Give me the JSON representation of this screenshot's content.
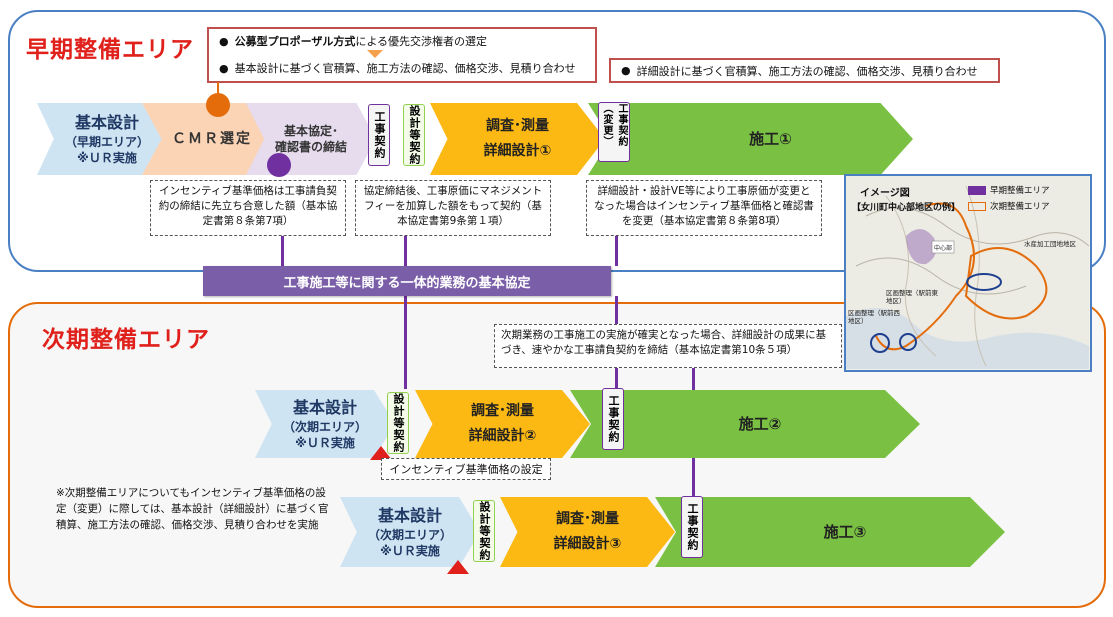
{
  "colors": {
    "early_border": "#4a80c3",
    "next_border": "#e46c0a",
    "title_red": "#e0201b",
    "design_blue": "#cfe4f2",
    "cmr_peach": "#fbd3b5",
    "agreement_lilac": "#e6dcee",
    "survey_orange": "#fdb913",
    "construction_green": "#7ac143",
    "purple": "#7030a0"
  },
  "early_zone": {
    "title": "早期整備エリア"
  },
  "next_zone": {
    "title": "次期整備エリア"
  },
  "red_box_top": {
    "line1_bold": "公募型プロポーザル方式",
    "line1_rest": "による優先交渉権者の選定",
    "line2": "基本設計に基づく官積算、施工方法の確認、価格交渉、見積り合わせ"
  },
  "red_box_right": {
    "text": "詳細設計に基づく官積算、施工方法の確認、価格交渉、見積り合わせ"
  },
  "row1": {
    "design_title": "基本設計",
    "design_sub": "（早期エリア）",
    "design_ur": "※ＵＲ実施",
    "cmr": "ＣＭＲ選定",
    "agreement_line1": "基本協定･",
    "agreement_line2": "確認書の締結",
    "contract_a": "工事契約",
    "contract_b": "設計等契約",
    "survey_line1": "調査･測量",
    "survey_line2": "詳細設計①",
    "change_contract": "工事契約（変更）",
    "construction": "施工①"
  },
  "notes": {
    "incentive": "インセンティブ基準価格は工事請負契約の締結に先立ち合意した額（基本協定書第８条第7項）",
    "management_fee": "協定締結後、工事原価にマネジメントフィーを加算した額をもって契約（基本協定書第9条第１項）",
    "ve_change": "詳細設計・設計VE等により工事原価が変更となった場合はインセンティブ基準価格と確認書を変更（基本協定書第８条第8項）",
    "next_business": "次期業務の工事施工の実施が確実となった場合、詳細設計の成果に基づき、速やかな工事請負契約を締結（基本協定書第10条５項）",
    "incentive_setting": "インセンティブ基準価格の設定",
    "remark": "※次期整備エリアについてもインセンティブ基準価格の設定（変更）に際しては、基本設計（詳細設計）に基づく官積算、施工方法の確認、価格交渉、見積り合わせを実施"
  },
  "agreement_bar": "工事施工等に関する一体的業務の基本協定",
  "row2": {
    "design_title": "基本設計",
    "design_sub": "（次期エリア）",
    "design_ur": "※ＵＲ実施",
    "contract_design": "設計等契約",
    "survey_line1": "調査･測量",
    "survey_line2": "詳細設計②",
    "contract_work": "工事契約",
    "construction": "施工②"
  },
  "row3": {
    "design_title": "基本設計",
    "design_sub": "（次期エリア）",
    "design_ur": "※ＵＲ実施",
    "contract_design": "設計等契約",
    "survey_line1": "調査･測量",
    "survey_line2": "詳細設計③",
    "contract_work": "工事契約",
    "construction": "施工③"
  },
  "map": {
    "title": "イメージ図",
    "subtitle": "【女川町中心部地区の例】",
    "legend_early": "早期整備エリア",
    "legend_next": "次期整備エリア",
    "label_fishery": "水産加工団地地区",
    "label_east": "区画整理（駅前東地区）",
    "label_west": "区画整理（駅前西地区）",
    "label_center": "中心部"
  }
}
